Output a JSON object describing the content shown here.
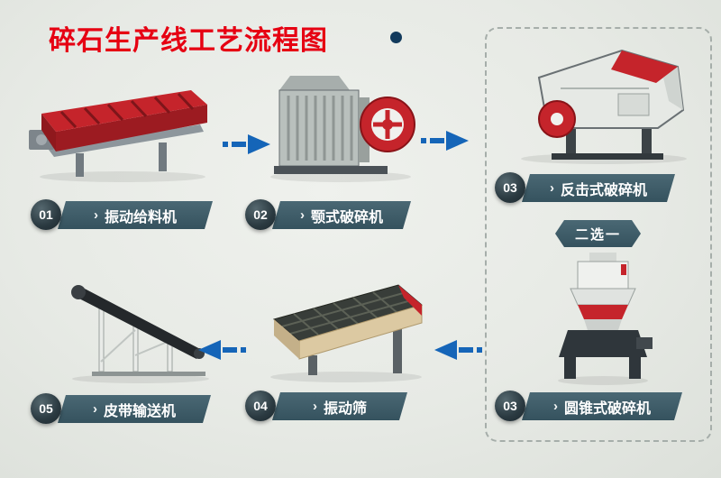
{
  "title": "碎石生产线工艺流程图",
  "chevron_glyph": "›",
  "choice_label": "二选一",
  "steps": [
    {
      "num": "01",
      "label": "振动给料机",
      "illustration": "vibrating-feeder"
    },
    {
      "num": "02",
      "label": "颚式破碎机",
      "illustration": "jaw-crusher"
    },
    {
      "num": "03",
      "label": "反击式破碎机",
      "illustration": "impact-crusher"
    },
    {
      "num": "03",
      "label": "圆锥式破碎机",
      "illustration": "cone-crusher"
    },
    {
      "num": "04",
      "label": "振动筛",
      "illustration": "vibrating-screen"
    },
    {
      "num": "05",
      "label": "皮带输送机",
      "illustration": "belt-conveyor"
    }
  ],
  "colors": {
    "title_red": "#e60012",
    "arrow_blue": "#1565b8",
    "ribbon_teal": "#35525e",
    "badge_dark": "#26333a",
    "machine_red": "#c5242b",
    "background": "#e8ebe6"
  }
}
